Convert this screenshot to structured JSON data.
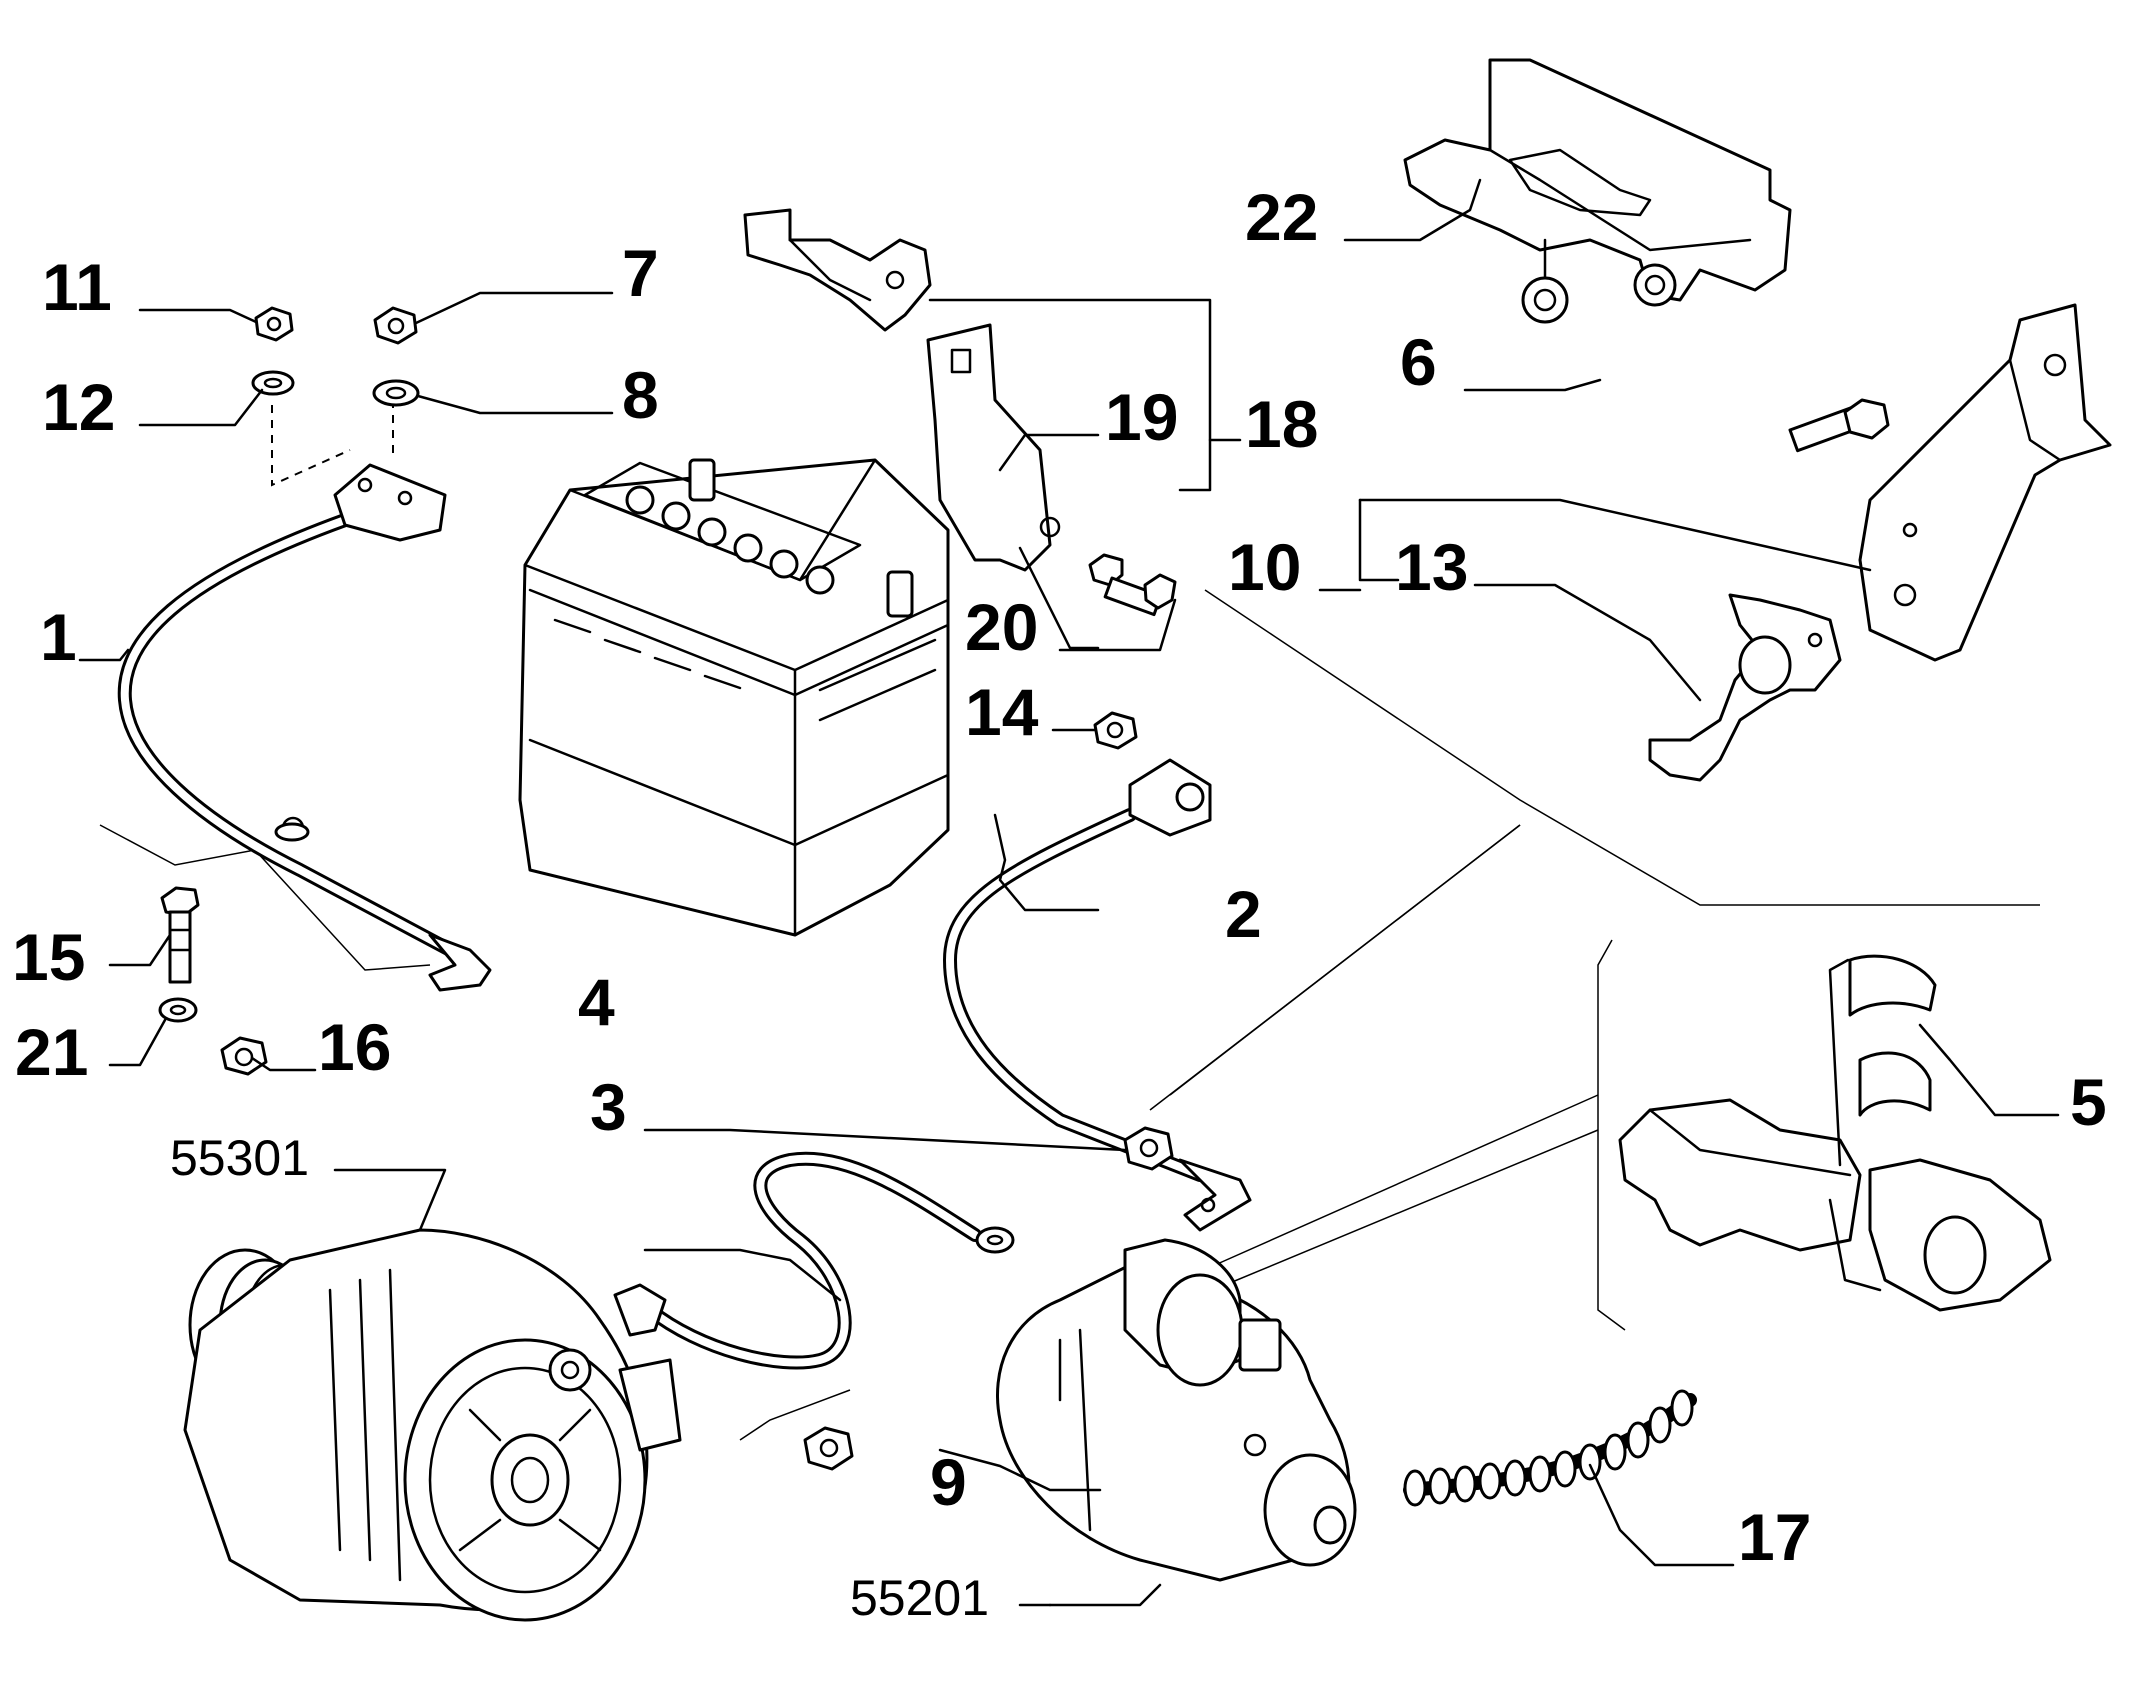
{
  "diagram": {
    "labels": [
      {
        "id": "lbl-1",
        "text": "1"
      },
      {
        "id": "lbl-2",
        "text": "2"
      },
      {
        "id": "lbl-3",
        "text": "3"
      },
      {
        "id": "lbl-4",
        "text": "4"
      },
      {
        "id": "lbl-5",
        "text": "5"
      },
      {
        "id": "lbl-6",
        "text": "6"
      },
      {
        "id": "lbl-7",
        "text": "7"
      },
      {
        "id": "lbl-8",
        "text": "8"
      },
      {
        "id": "lbl-9",
        "text": "9"
      },
      {
        "id": "lbl-10",
        "text": "10"
      },
      {
        "id": "lbl-11",
        "text": "11"
      },
      {
        "id": "lbl-12",
        "text": "12"
      },
      {
        "id": "lbl-13",
        "text": "13"
      },
      {
        "id": "lbl-14",
        "text": "14"
      },
      {
        "id": "lbl-15",
        "text": "15"
      },
      {
        "id": "lbl-16",
        "text": "16"
      },
      {
        "id": "lbl-17",
        "text": "17"
      },
      {
        "id": "lbl-18",
        "text": "18"
      },
      {
        "id": "lbl-19",
        "text": "19"
      },
      {
        "id": "lbl-20",
        "text": "20"
      },
      {
        "id": "lbl-21",
        "text": "21"
      },
      {
        "id": "lbl-22",
        "text": "22"
      },
      {
        "id": "lbl-55301",
        "text": "55301"
      },
      {
        "id": "lbl-55201",
        "text": "55201"
      }
    ]
  }
}
